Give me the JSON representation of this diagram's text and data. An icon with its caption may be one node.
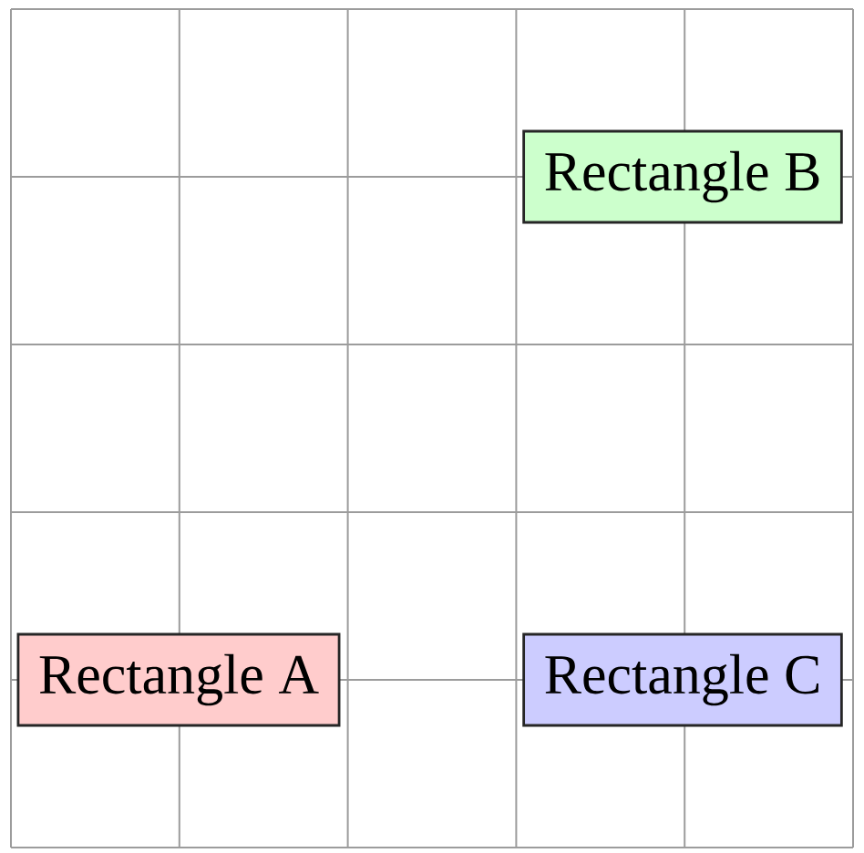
{
  "diagram": {
    "nodes": [
      {
        "text": [
          "Rectangle B"
        ]
      },
      {
        "text": [
          "Rectangle A"
        ]
      },
      {
        "text": [
          "Rectangle C"
        ]
      }
    ]
  }
}
